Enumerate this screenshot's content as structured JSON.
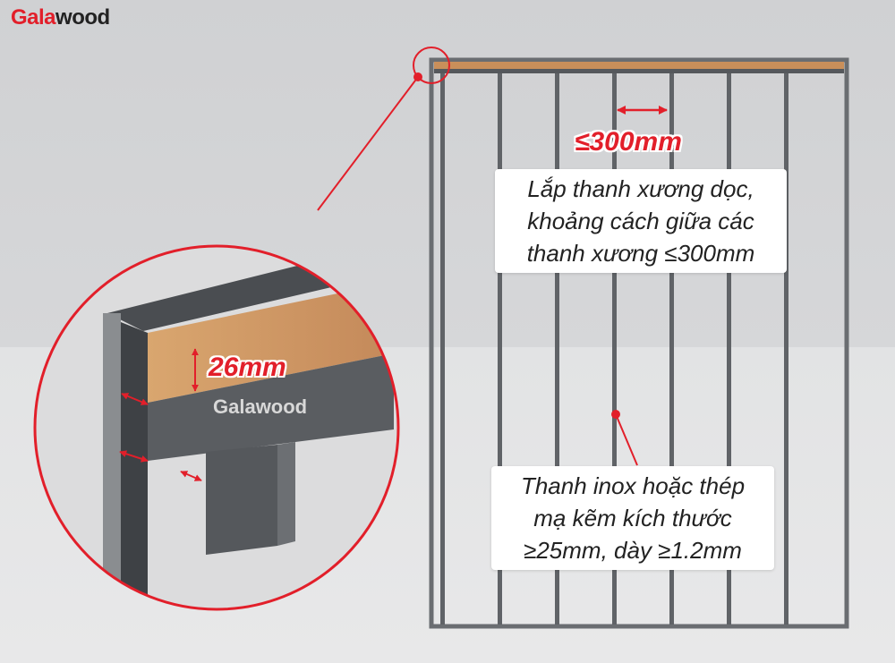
{
  "brand": {
    "logo_red": "Gala",
    "logo_dark": "wood",
    "beam_label": "Galawood"
  },
  "dimensions": {
    "stud_spacing": "≤300mm",
    "top_batten_height": "26mm"
  },
  "notes": {
    "studs": [
      "Lắp thanh xương dọc,",
      "khoảng cách giữa các",
      "thanh xương ≤300mm"
    ],
    "material": [
      "Thanh inox hoặc thép",
      "mạ kẽm kích thước",
      "≥25mm, dày ≥1.2mm"
    ]
  },
  "colors": {
    "accent": "#e21f2a",
    "steel": "#5c5f63",
    "wood": "#c98f5a"
  }
}
